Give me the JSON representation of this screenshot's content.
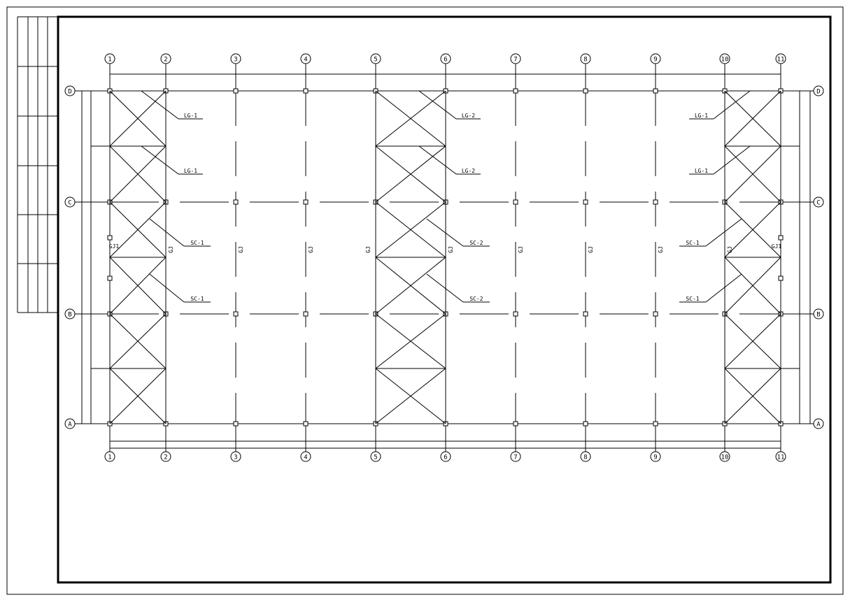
{
  "drawing": {
    "column_axes": [
      "1",
      "2",
      "3",
      "4",
      "5",
      "6",
      "7",
      "8",
      "9",
      "10",
      "11"
    ],
    "row_axes": [
      "D",
      "C",
      "B",
      "A"
    ],
    "member_labels": {
      "roof_bracing_end": "LG-1",
      "roof_bracing_mid": "LG-2",
      "column_bracing_end": "SC-1",
      "column_bracing_mid": "SC-2",
      "frame": "GJ",
      "gable_frame": "GJ1"
    },
    "braced_bays": [
      [
        1,
        2
      ],
      [
        5,
        6
      ],
      [
        10,
        11
      ]
    ]
  }
}
